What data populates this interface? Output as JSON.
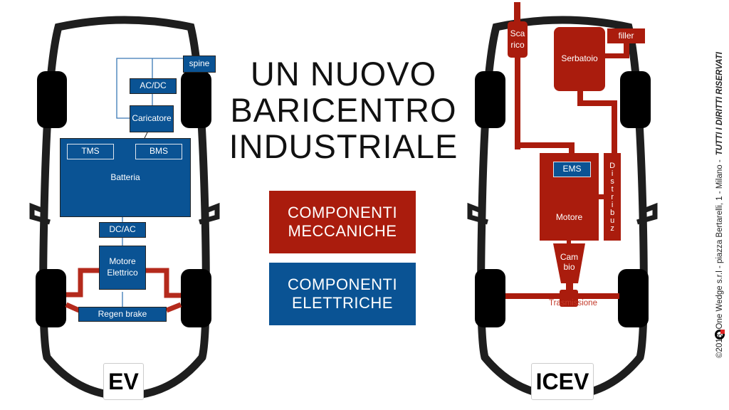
{
  "title": [
    "UN NUOVO",
    "BARICENTRO",
    "INDUSTRIALE"
  ],
  "legend": {
    "mechanical": [
      "COMPONENTI",
      "MECCANICHE"
    ],
    "electrical": [
      "COMPONENTI",
      "ELETTRICHE"
    ]
  },
  "ev": {
    "label": "EV",
    "spine": "spine",
    "acdc": "AC/DC",
    "caricatore": "Caricatore",
    "tms": "TMS",
    "bms": "BMS",
    "batteria": "Batteria",
    "dcac": "DC/AC",
    "motore": [
      "Motore",
      "Elettrico"
    ],
    "regen": "Regen brake"
  },
  "icev": {
    "label": "ICEV",
    "scarico": [
      "Sca",
      "rico"
    ],
    "serbatoio": "Serbatoio",
    "filler": "filler",
    "ems": "EMS",
    "motore": "Motore",
    "distribuz": "Distribuz",
    "cambio": [
      "Cam",
      "bio"
    ],
    "trasmissione": "Trasmissione"
  },
  "footer": {
    "text": "©2018  One Wedge s.r.l - piazza Bertarelli, 1 - Milano -",
    "rights": "TUTTI I DIRITTI RISERVATI"
  },
  "colors": {
    "mechanical": "#aa1c0d",
    "electrical": "#0a5394"
  }
}
